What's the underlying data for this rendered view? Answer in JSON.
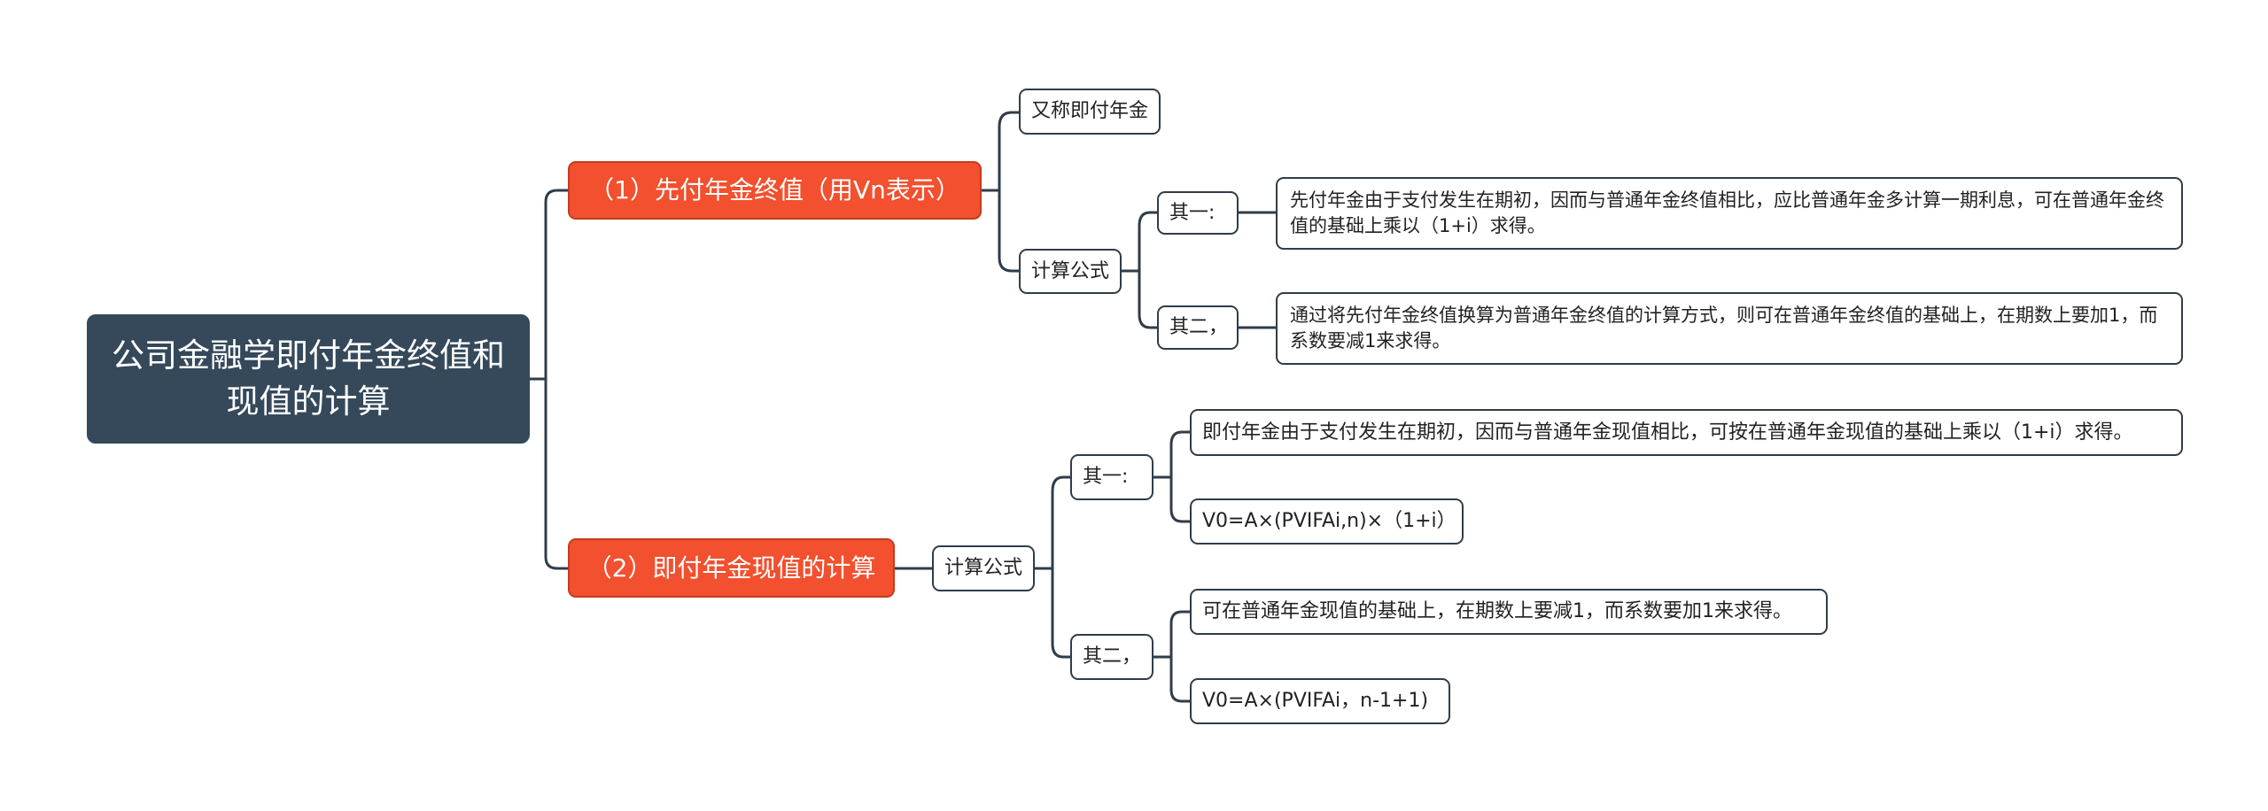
{
  "colors": {
    "root_bg": "#35495a",
    "branch_bg": "#f2502e",
    "line": "#2f3d49"
  },
  "root": {
    "title": "公司金融学即付年金终值和现值的计算"
  },
  "branch1": {
    "label": "（1）先付年金终值（用Vn表示）",
    "alias": "又称即付年金",
    "formula_label": "计算公式",
    "method1": {
      "label": "其一:",
      "text": "先付年金由于支付发生在期初，因而与普通年金终值相比，应比普通年金多计算一期利息，可在普通年金终值的基础上乘以（1+i）求得。"
    },
    "method2": {
      "label": "其二，",
      "text": "通过将先付年金终值换算为普通年金终值的计算方式，则可在普通年金终值的基础上，在期数上要加1，而系数要减1来求得。"
    }
  },
  "branch2": {
    "label": "（2）即付年金现值的计算",
    "formula_label": "计算公式",
    "method1": {
      "label": "其一:",
      "text": "即付年金由于支付发生在期初，因而与普通年金现值相比，可按在普通年金现值的基础上乘以（1+i）求得。",
      "formula": "V0=A×(PVIFAi,n)×（1+i）"
    },
    "method2": {
      "label": "其二，",
      "text": "可在普通年金现值的基础上，在期数上要减1，而系数要加1来求得。",
      "formula": "V0=A×(PVIFAi，n-1+1)"
    }
  }
}
